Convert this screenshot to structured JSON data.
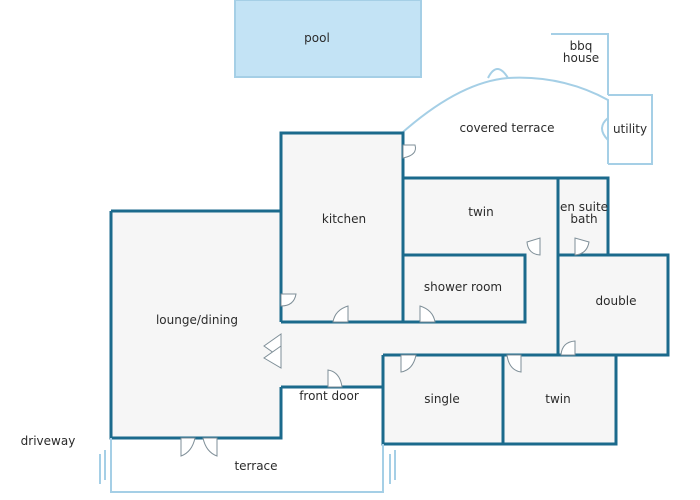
{
  "rooms": {
    "pool": "pool",
    "bbq_line1": "bbq",
    "bbq_line2": "house",
    "utility": "utility",
    "covered_terrace": "covered terrace",
    "kitchen": "kitchen",
    "twin_top": "twin",
    "en_suite_line1": "en suite",
    "en_suite_line2": "bath",
    "shower_room": "shower room",
    "double": "double",
    "lounge_dining": "lounge/dining",
    "single": "single",
    "twin_bottom": "twin",
    "front_door": "front door",
    "terrace": "terrace",
    "driveway": "driveway"
  },
  "colors": {
    "wall": "#1b6a8c",
    "light_wall": "#a5cfe6",
    "pool_fill": "#c3e3f5",
    "room_fill": "#f6f6f6"
  }
}
